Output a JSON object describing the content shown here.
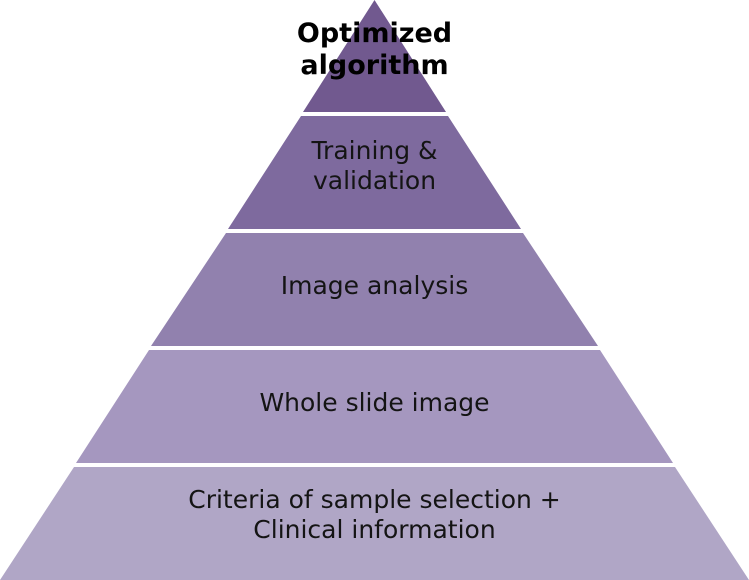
{
  "colors": {
    "level_1": "#71598f",
    "level_2": "#7e6a9e",
    "level_3": "#9181ae",
    "level_4": "#a597bf",
    "level_5": "#b0a6c6",
    "separator": "#ffffff"
  },
  "levels": [
    {
      "lines": [
        "Optimized",
        "algorithm"
      ]
    },
    {
      "lines": [
        "Training &",
        "validation"
      ]
    },
    {
      "lines": [
        "Image analysis"
      ]
    },
    {
      "lines": [
        "Whole slide image"
      ]
    },
    {
      "lines": [
        "Criteria of sample selection +",
        "Clinical information"
      ]
    }
  ]
}
